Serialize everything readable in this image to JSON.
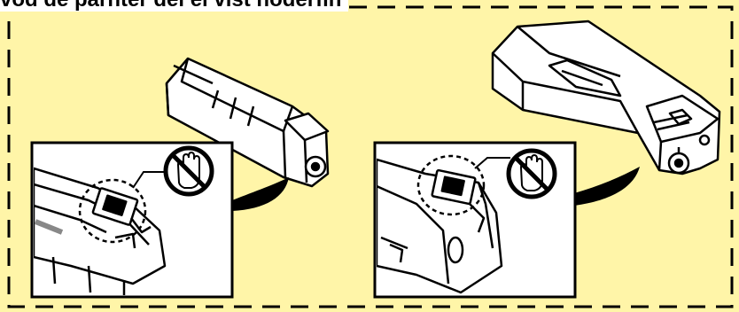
{
  "heading": {
    "text": "vod de pàrnter del el vist noderfin"
  },
  "colors": {
    "background": "#fff5a8",
    "outline": "#000000",
    "cartridge_fill": "#ffffff",
    "shade": "#c8c8c8"
  },
  "illustrations": [
    {
      "icon": "toner-cartridge-icon",
      "callout": "chip-detail-left",
      "warning": "do-not-touch-icon"
    },
    {
      "icon": "drum-unit-icon",
      "callout": "chip-detail-right",
      "warning": "do-not-touch-icon"
    }
  ]
}
